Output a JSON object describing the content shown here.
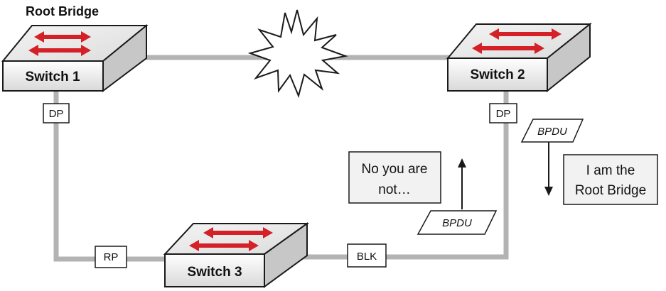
{
  "root_bridge_title": "Root Bridge",
  "switches": [
    {
      "id": "switch1",
      "label": "Switch 1"
    },
    {
      "id": "switch2",
      "label": "Switch 2"
    },
    {
      "id": "switch3",
      "label": "Switch 3"
    }
  ],
  "ports": {
    "switch1_port": "DP",
    "switch2_port": "DP",
    "switch3_root_port": "RP",
    "switch3_blocked_port": "BLK"
  },
  "messages": {
    "reply_line1": "No you are",
    "reply_line2": "not…",
    "claim_line1": "I am the",
    "claim_line2": "Root Bridge",
    "bpdu_upper": "BPDU",
    "bpdu_lower": "BPDU"
  },
  "colors": {
    "link": "#b3b3b3",
    "arrow": "#d42027",
    "outline": "#1a1a1a",
    "switch_face": "#ececec",
    "note_fill": "#f2f2f2"
  }
}
